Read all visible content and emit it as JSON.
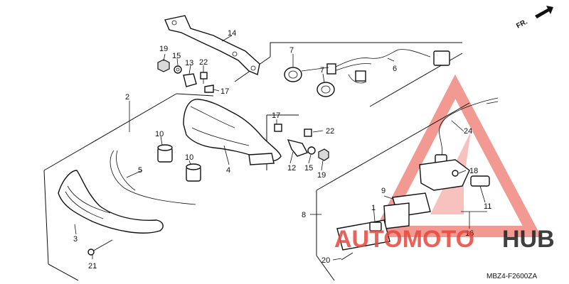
{
  "direction_marker": {
    "text": "FR.",
    "icon": "arrow-forward-icon"
  },
  "drawing_code": "MBZ4-F2600ZA",
  "watermark": {
    "part1": "AUTOMOTO",
    "part2": "HUB",
    "color_red": "#e8463a",
    "color_dark": "#1e1e1e"
  },
  "callouts": [
    {
      "id": "c1",
      "text": "1"
    },
    {
      "id": "c2",
      "text": "2"
    },
    {
      "id": "c3",
      "text": "3"
    },
    {
      "id": "c4",
      "text": "4"
    },
    {
      "id": "c5",
      "text": "5"
    },
    {
      "id": "c6",
      "text": "6"
    },
    {
      "id": "c7a",
      "text": "7"
    },
    {
      "id": "c7b",
      "text": "7"
    },
    {
      "id": "c8",
      "text": "8"
    },
    {
      "id": "c9",
      "text": "9"
    },
    {
      "id": "c10a",
      "text": "10"
    },
    {
      "id": "c10b",
      "text": "10"
    },
    {
      "id": "c11",
      "text": "11"
    },
    {
      "id": "c12",
      "text": "12"
    },
    {
      "id": "c13",
      "text": "13"
    },
    {
      "id": "c14",
      "text": "14"
    },
    {
      "id": "c15a",
      "text": "15"
    },
    {
      "id": "c15b",
      "text": "15"
    },
    {
      "id": "c16",
      "text": "16"
    },
    {
      "id": "c17a",
      "text": "17"
    },
    {
      "id": "c17b",
      "text": "17"
    },
    {
      "id": "c18",
      "text": "18"
    },
    {
      "id": "c19a",
      "text": "19"
    },
    {
      "id": "c19b",
      "text": "19"
    },
    {
      "id": "c20",
      "text": "20"
    },
    {
      "id": "c21",
      "text": "21"
    },
    {
      "id": "c22a",
      "text": "22"
    },
    {
      "id": "c22b",
      "text": "22"
    },
    {
      "id": "c24",
      "text": "24"
    }
  ]
}
